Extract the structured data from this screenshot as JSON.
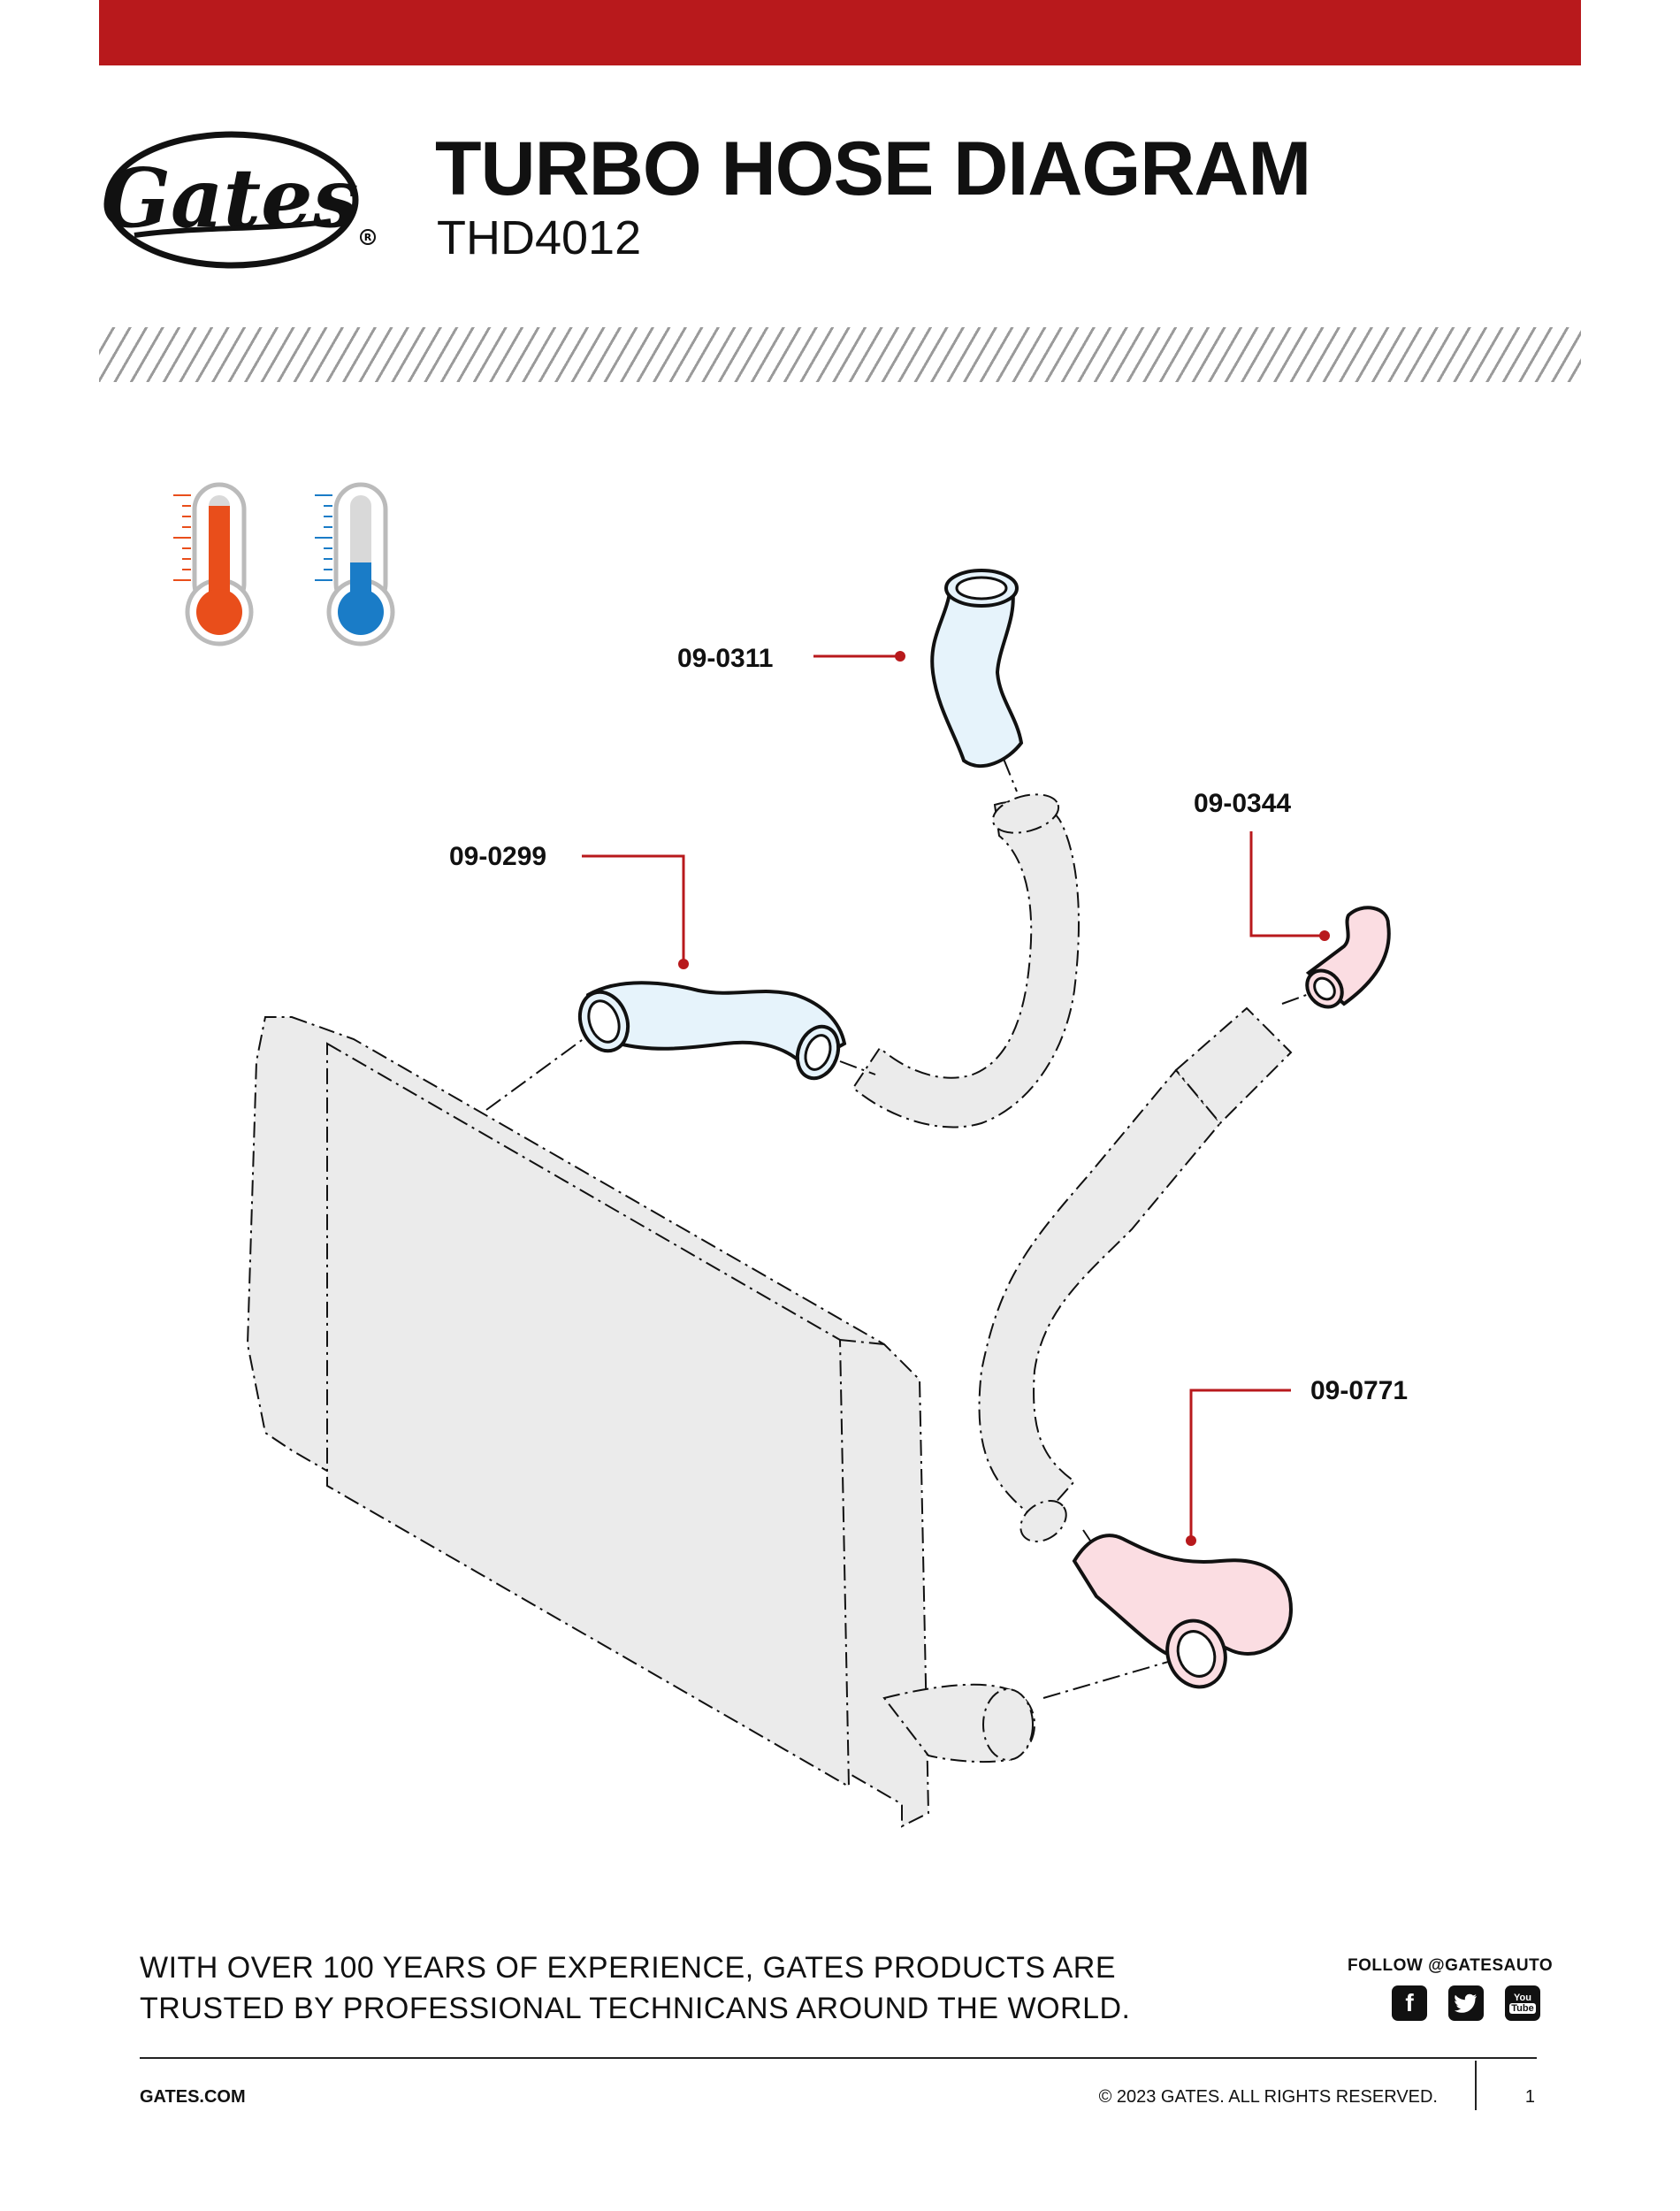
{
  "header": {
    "brand": "Gates",
    "title": "TURBO HOSE DIAGRAM",
    "code": "THD4012"
  },
  "legend": {
    "hot_icon": "thermometer-hot-icon",
    "cold_icon": "thermometer-cold-icon",
    "hot_color": "#e94e1b",
    "cold_color": "#1a7cc7"
  },
  "parts": [
    {
      "number": "09-0311",
      "side": "cold",
      "color": "#e6f3fb"
    },
    {
      "number": "09-0299",
      "side": "cold",
      "color": "#e6f3fb"
    },
    {
      "number": "09-0344",
      "side": "hot",
      "color": "#fbdde2"
    },
    {
      "number": "09-0771",
      "side": "hot",
      "color": "#fbdde2"
    }
  ],
  "colors": {
    "accent": "#b8191c",
    "ghost_fill": "#ebebeb"
  },
  "footer": {
    "tagline_line1": "WITH OVER 100 YEARS OF EXPERIENCE, GATES PRODUCTS ARE",
    "tagline_line2": "TRUSTED BY PROFESSIONAL TECHNICANS AROUND THE WORLD.",
    "follow": "FOLLOW @GATESAUTO",
    "social": [
      "facebook-icon",
      "twitter-icon",
      "youtube-icon"
    ],
    "site": "GATES.COM",
    "copyright": "© 2023 GATES. ALL RIGHTS RESERVED.",
    "page": "1"
  }
}
